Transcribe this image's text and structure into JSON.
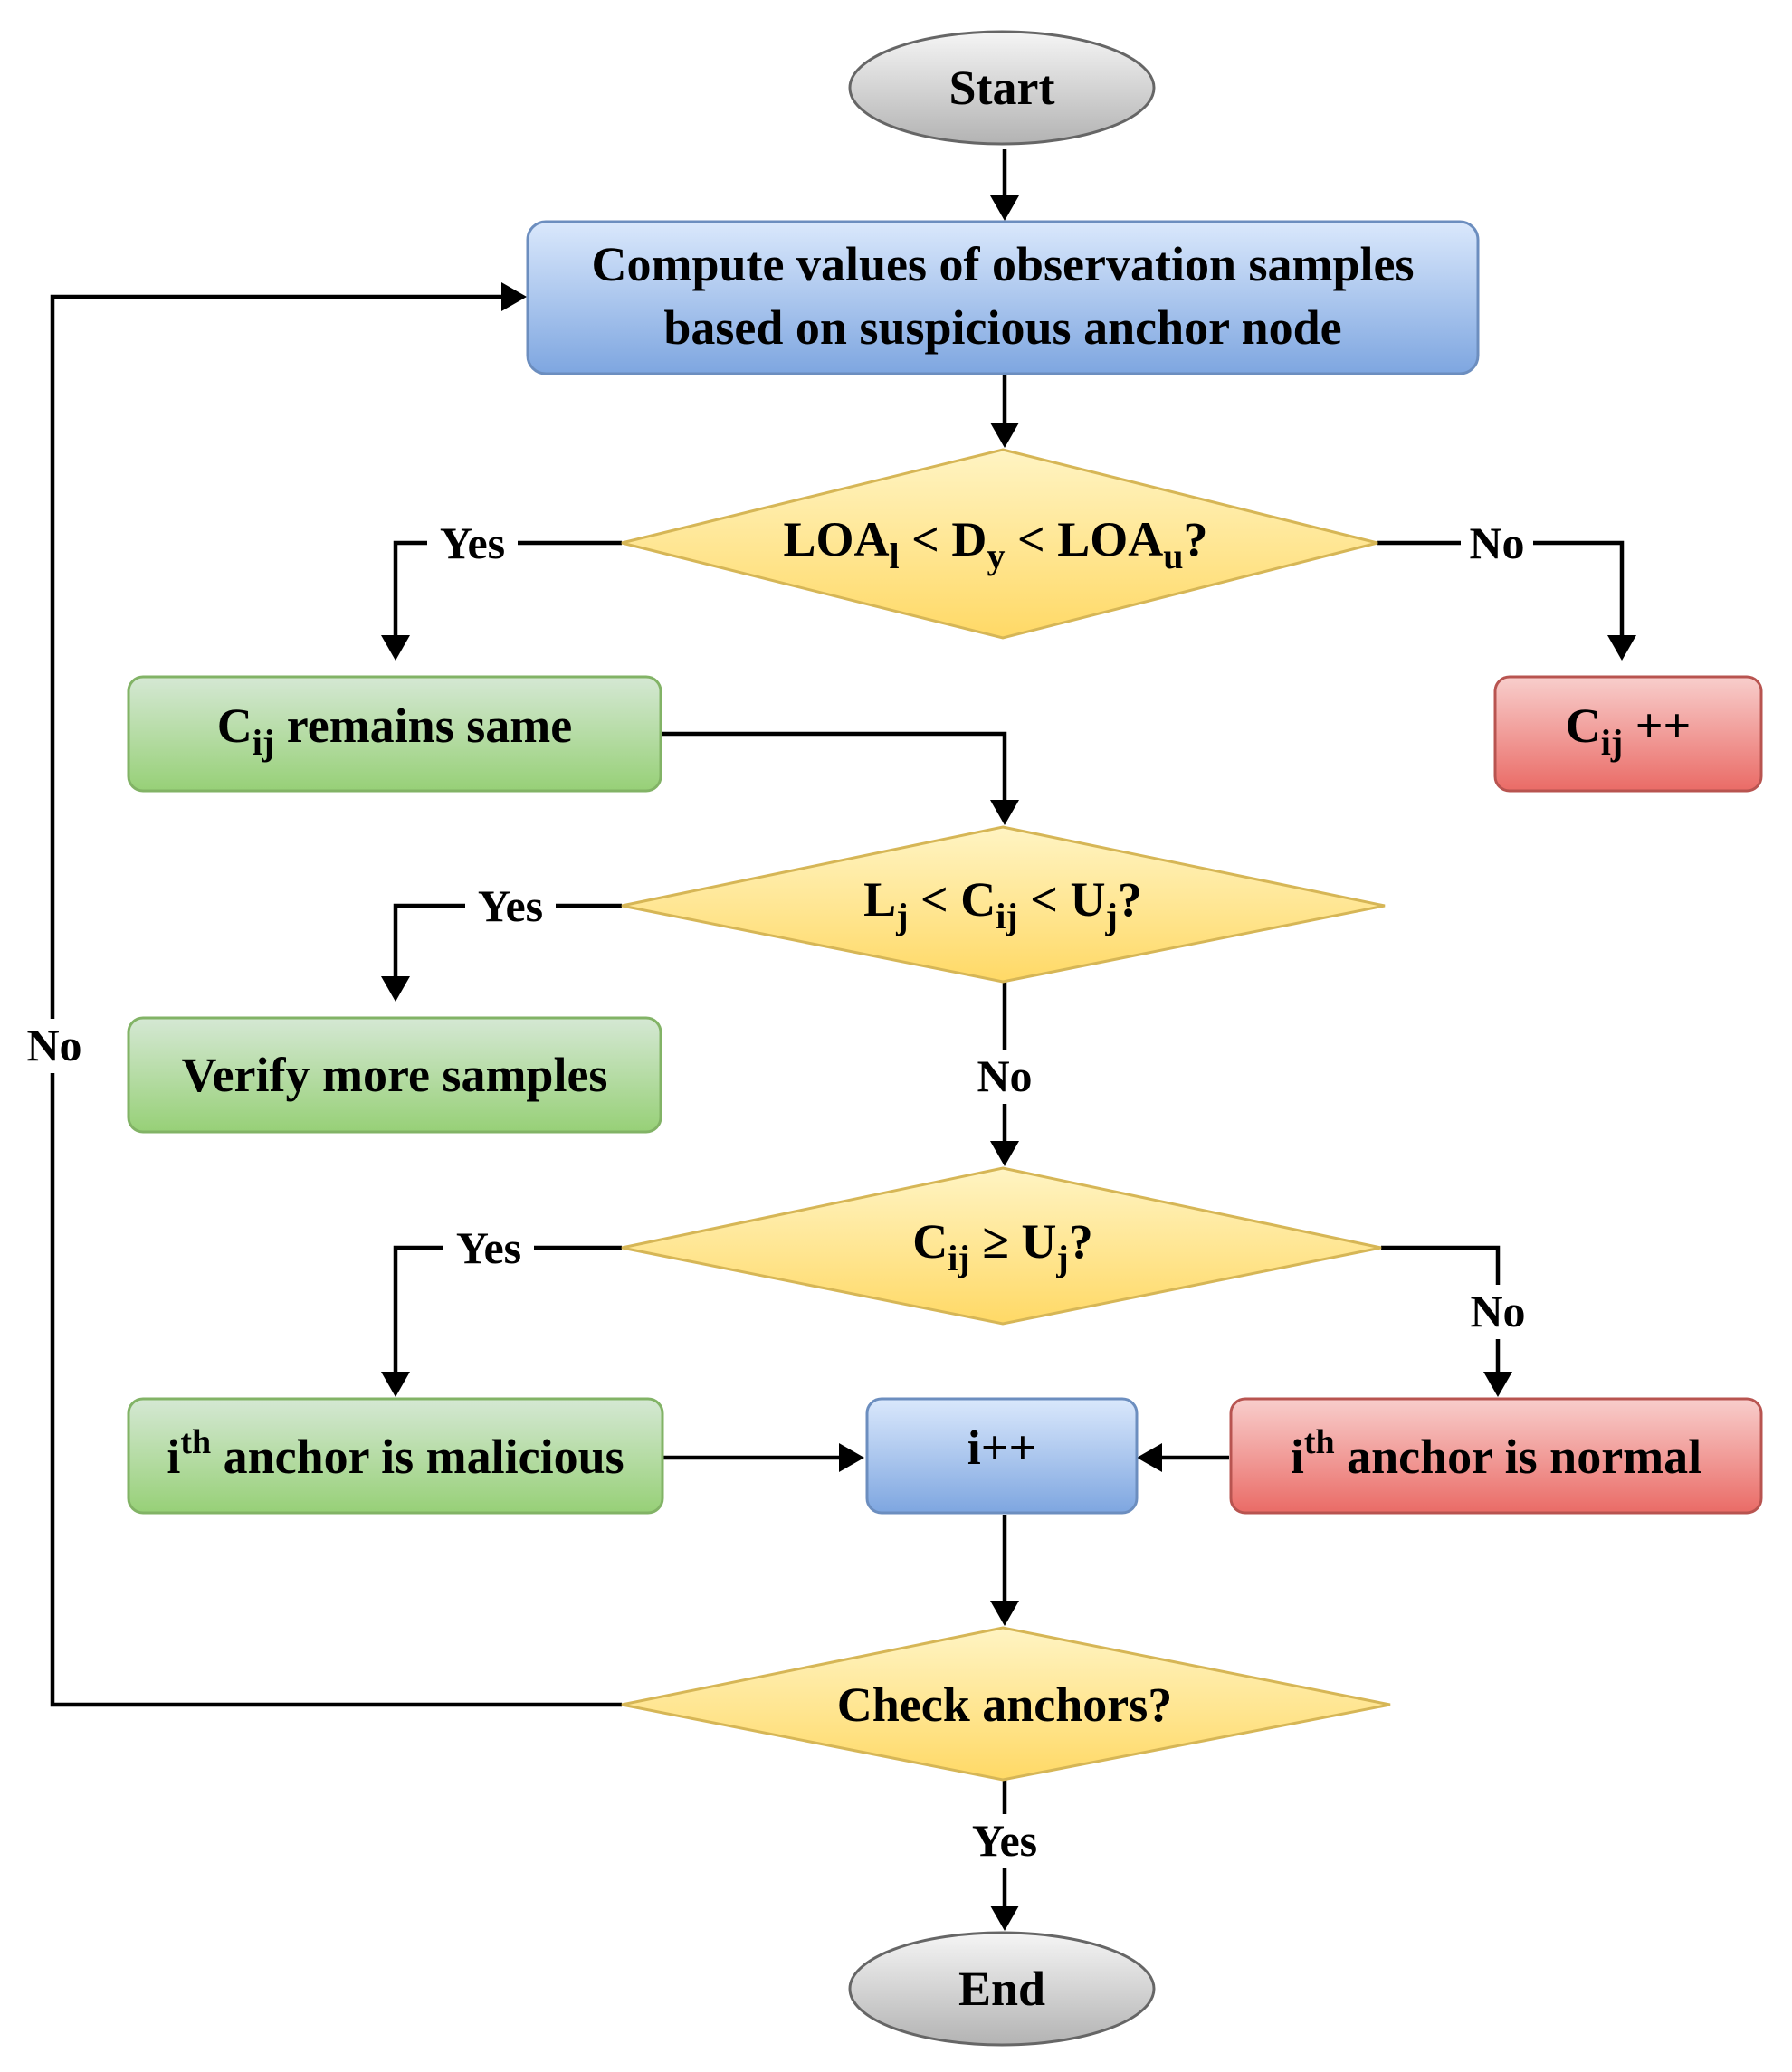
{
  "nodes": {
    "start": {
      "text": "Start"
    },
    "compute": {
      "line1": "Compute values of observation samples",
      "line2": "based on suspicious anchor node"
    },
    "decision1": {
      "base1": "LOA",
      "sub1": "l",
      "sep1": " < D",
      "sub2": "y",
      "sep2": " < LOA",
      "sub3": "u",
      "tail": "?"
    },
    "remains": {
      "base": "C",
      "sub": "ij",
      "tail": " remains same"
    },
    "increment": {
      "base": "C",
      "sub": "ij",
      "tail": " ++"
    },
    "decision2": {
      "base1": "L",
      "sub1": "j",
      "sep1": " < C",
      "sub2": "ij",
      "sep2": " < U",
      "sub3": "j",
      "tail": "?"
    },
    "verify": {
      "text": "Verify more samples"
    },
    "decision3": {
      "base1": "C",
      "sub1": "ij",
      "sep1": " ≥ U",
      "sub2": "j",
      "tail": "?"
    },
    "malicious": {
      "base": "i",
      "sup": "th",
      "tail": " anchor is malicious"
    },
    "i_inc": {
      "text": "i++"
    },
    "normal": {
      "base": "i",
      "sup": "th",
      "tail": " anchor is normal"
    },
    "decision4": {
      "text": "Check anchors?"
    },
    "end": {
      "text": "End"
    }
  },
  "edges": {
    "d1_yes": "Yes",
    "d1_no": "No",
    "d2_yes": "Yes",
    "d2_no": "No",
    "d3_yes": "Yes",
    "d3_no": "No",
    "d4_no": "No",
    "d4_yes": "Yes"
  },
  "colors": {
    "gray_top": "#f5f5f5",
    "gray_bottom": "#b3b3b3",
    "gray_stroke": "#666666",
    "blue_top": "#dae8fc",
    "blue_bottom": "#7ea6e0",
    "blue_stroke": "#6c8ebf",
    "yellow_top": "#fff4c3",
    "yellow_bottom": "#ffd966",
    "yellow_stroke": "#d6b656",
    "green_top": "#d5e8d4",
    "green_bottom": "#97d077",
    "green_stroke": "#82b366",
    "red_top": "#f8cecc",
    "red_bottom": "#ea6b66",
    "red_stroke": "#b85450"
  }
}
